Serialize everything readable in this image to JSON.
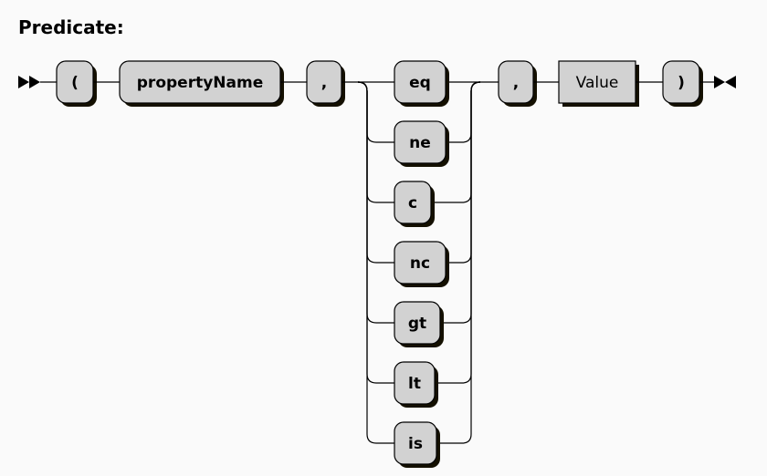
{
  "title": "Predicate:",
  "sequence": [
    {
      "kind": "terminal",
      "label": "("
    },
    {
      "kind": "terminal",
      "label": "propertyName"
    },
    {
      "kind": "terminal",
      "label": ","
    },
    {
      "kind": "choice",
      "options": [
        "eq",
        "ne",
        "c",
        "nc",
        "gt",
        "lt",
        "is"
      ]
    },
    {
      "kind": "terminal",
      "label": ","
    },
    {
      "kind": "nonterminal",
      "label": "Value"
    },
    {
      "kind": "terminal",
      "label": ")"
    }
  ]
}
